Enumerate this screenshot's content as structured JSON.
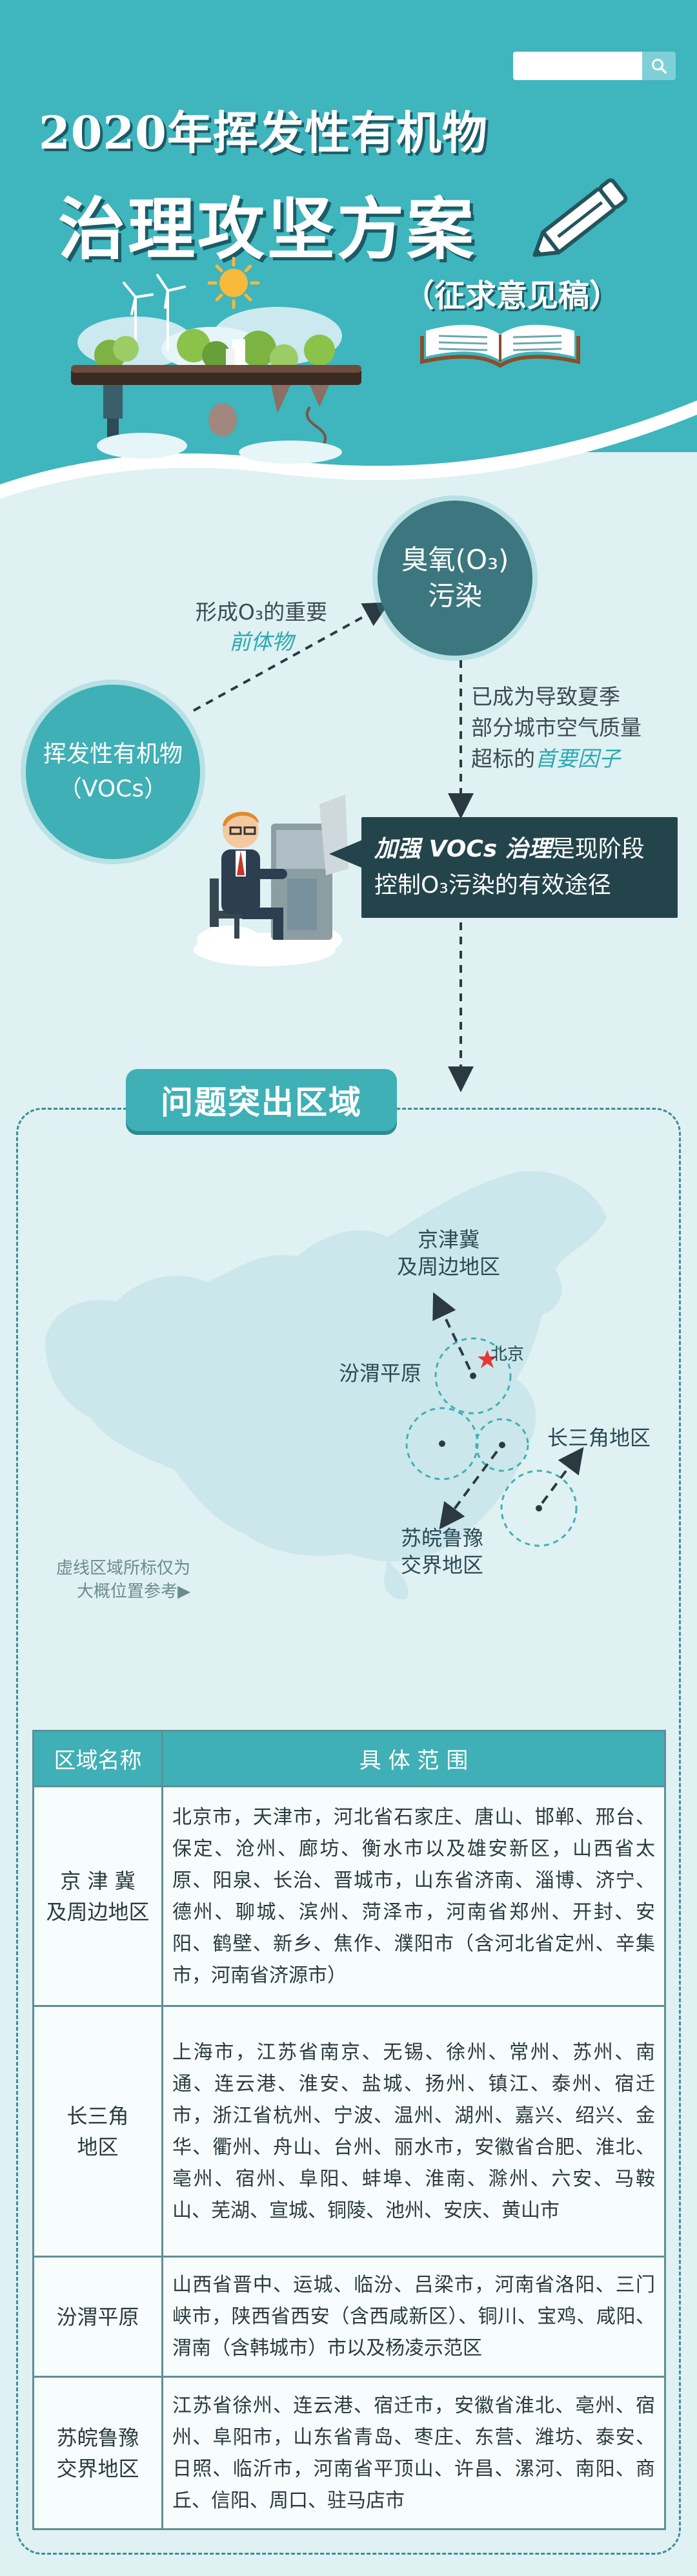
{
  "header": {
    "title_line1": "2020年挥发性有机物",
    "title_line2": "治理攻坚方案",
    "title_line3": "（征求意见稿）",
    "search_icon": "magnifier-icon"
  },
  "colors": {
    "header_teal": "#3fb5bd",
    "dark_teal": "#3c767e",
    "accent": "#2aa9b1",
    "callout_bg": "#24444b",
    "page_bg": "#dff1f3"
  },
  "intro": {
    "o3_line1": "臭氧(O₃)",
    "o3_line2": "污染",
    "voc_line1": "挥发性有机物",
    "voc_line2": "（VOCs）",
    "form_line1": "形成O₃的重要",
    "form_accent": "前体物",
    "become_line1": "已成为导致夏季",
    "become_line2": "部分城市空气质量",
    "become_line3_prefix": "超标的",
    "become_accent": "首要因子",
    "callout_highlight": "加强 VOCs 治理",
    "callout_line1_rest": "是现阶段",
    "callout_line2": "控制O₃污染的有效途径"
  },
  "map": {
    "section_title": "问题突出区域",
    "label_jjj_1": "京津冀",
    "label_jjj_2": "及周边地区",
    "label_beijing": "北京",
    "label_fenwei": "汾渭平原",
    "label_csj": "长三角地区",
    "label_swly_1": "苏皖鲁豫",
    "label_swly_2": "交界地区",
    "note_line1": "虚线区域所标仅为",
    "note_line2": "大概位置参考▶"
  },
  "table": {
    "headers": [
      "区域名称",
      "具 体 范 围"
    ],
    "rows": [
      {
        "name_line1": "京 津 冀",
        "name_line2": "及周边地区",
        "range": "北京市，天津市，河北省石家庄、唐山、邯郸、邢台、保定、沧州、廊坊、衡水市以及雄安新区，山西省太原、阳泉、长治、晋城市，山东省济南、淄博、济宁、德州、聊城、滨州、菏泽市，河南省郑州、开封、安阳、鹤壁、新乡、焦作、濮阳市（含河北省定州、辛集市，河南省济源市）"
      },
      {
        "name_line1": "长三角",
        "name_line2": "地区",
        "range": "上海市，江苏省南京、无锡、徐州、常州、苏州、南通、连云港、淮安、盐城、扬州、镇江、泰州、宿迁市，浙江省杭州、宁波、温州、湖州、嘉兴、绍兴、金华、衢州、舟山、台州、丽水市，安徽省合肥、淮北、亳州、宿州、阜阳、蚌埠、淮南、滁州、六安、马鞍山、芜湖、宣城、铜陵、池州、安庆、黄山市"
      },
      {
        "name_line1": "汾渭平原",
        "name_line2": "",
        "range": "山西省晋中、运城、临汾、吕梁市，河南省洛阳、三门峡市，陕西省西安（含西咸新区）、铜川、宝鸡、咸阳、渭南（含韩城市）市以及杨凌示范区"
      },
      {
        "name_line1": "苏皖鲁豫",
        "name_line2": "交界地区",
        "range": "江苏省徐州、连云港、宿迁市，安徽省淮北、亳州、宿州、阜阳市，山东省青岛、枣庄、东营、潍坊、泰安、日照、临沂市，河南省平顶山、许昌、漯河、南阳、商丘、信阳、周口、驻马店市"
      }
    ]
  }
}
